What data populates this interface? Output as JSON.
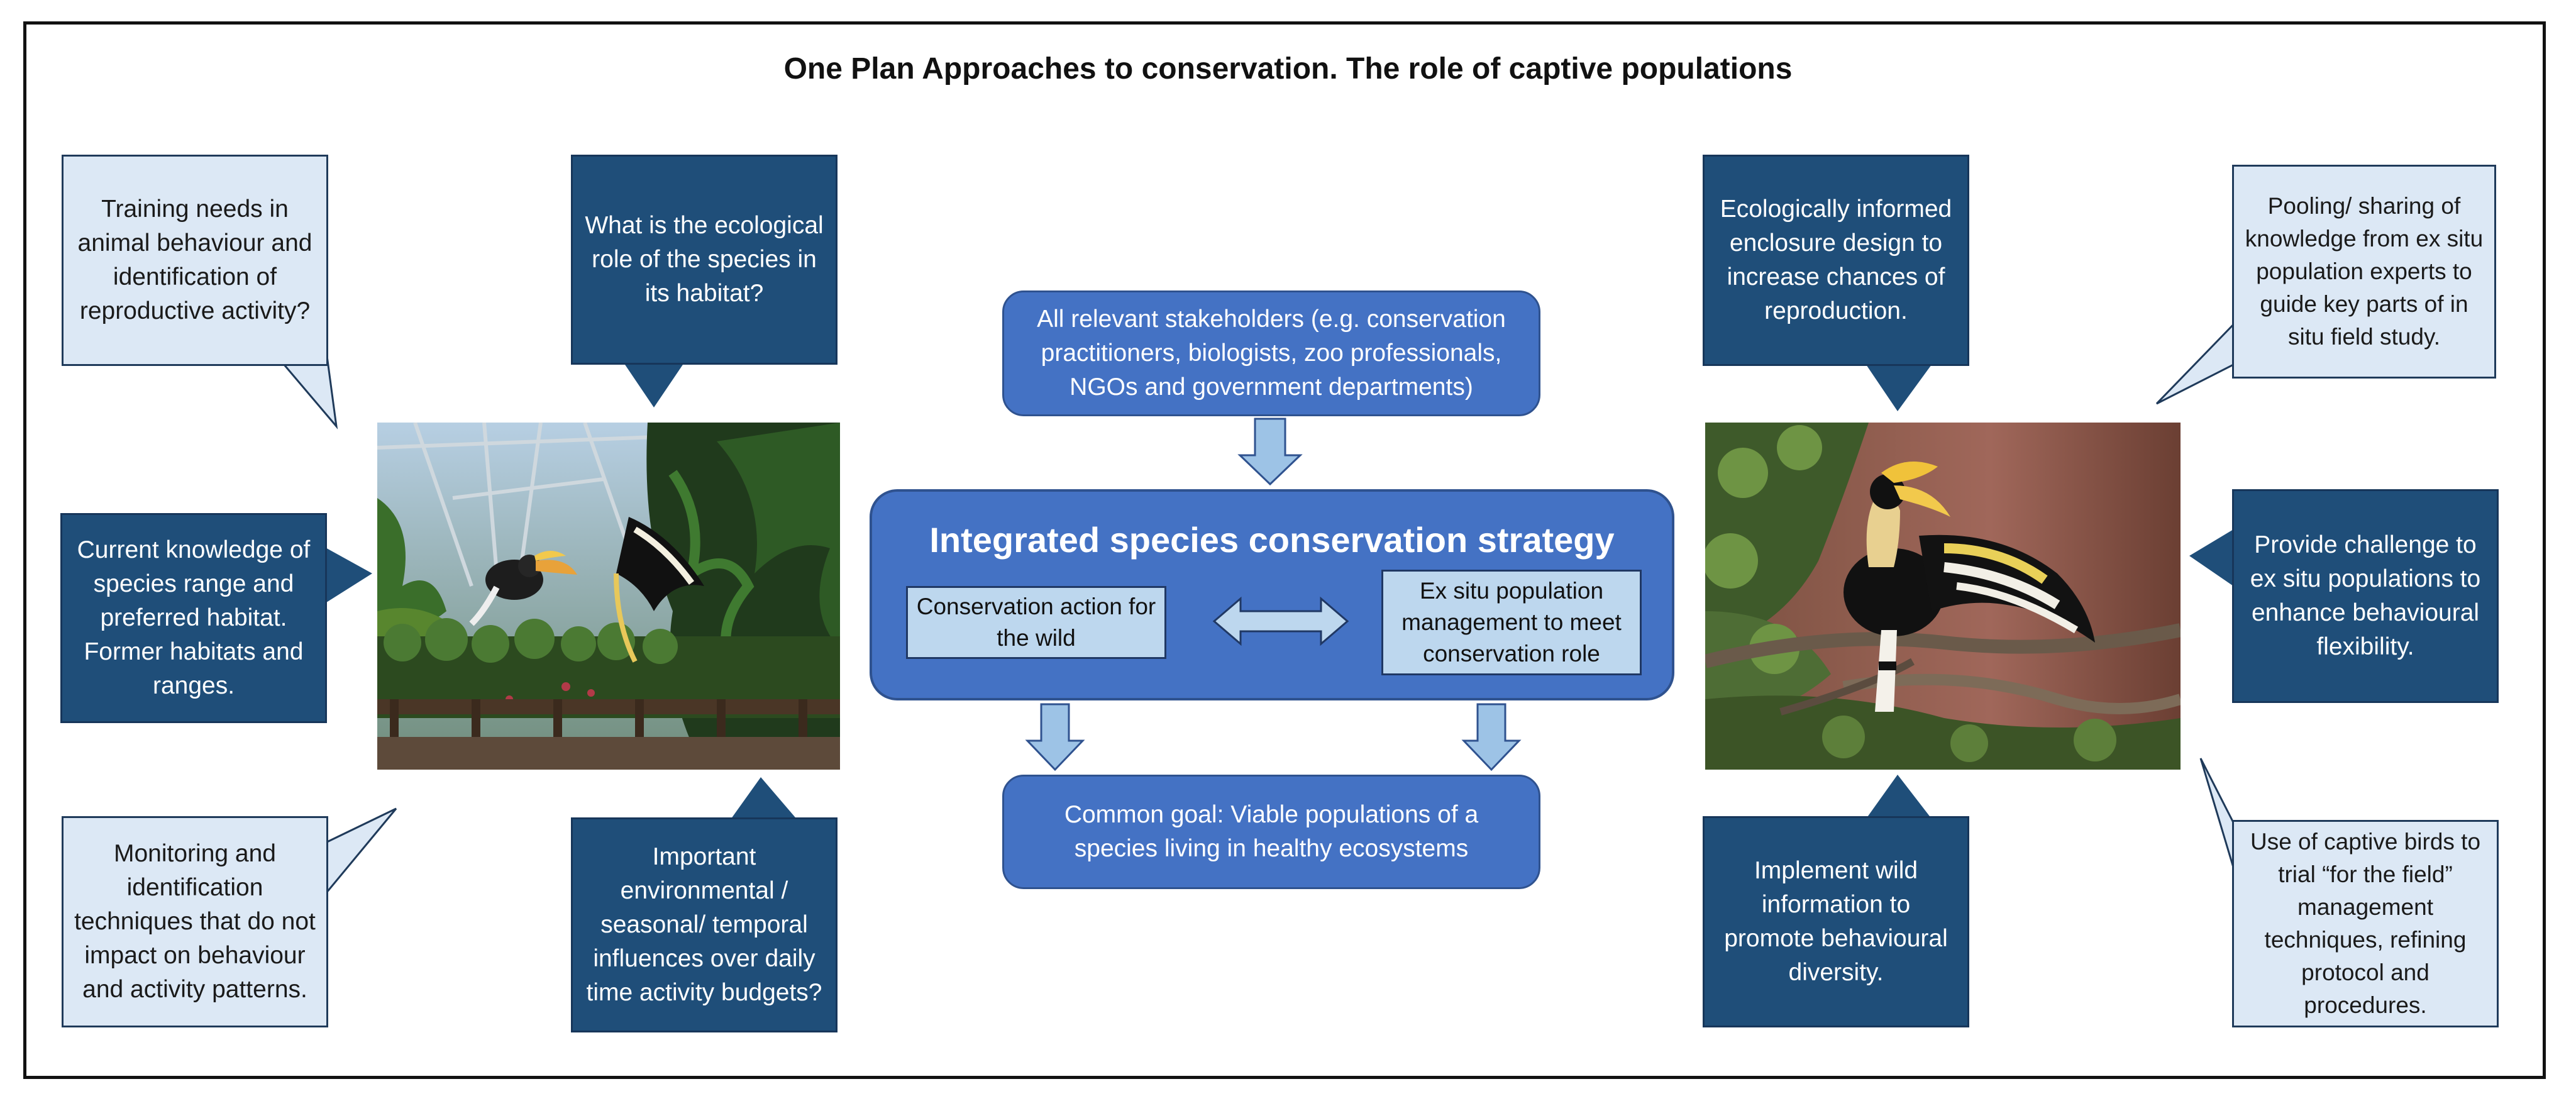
{
  "title": "One Plan Approaches to conservation. The role of captive populations",
  "callouts": {
    "training_needs": "Training needs in animal behaviour and identification of reproductive activity?",
    "ecological_role": "What is the ecological role of the species in its habitat?",
    "current_knowledge": "Current knowledge of species range and preferred habitat. Former habitats and ranges.",
    "monitoring": "Monitoring and identification techniques that do not impact on behaviour and activity patterns.",
    "environmental_influences": "Important environmental / seasonal/ temporal influences over daily time activity budgets?",
    "enclosure_design": "Ecologically informed enclosure design to increase chances of reproduction.",
    "pooling_knowledge": "Pooling/ sharing of knowledge from ex situ population experts to guide key parts of in situ field study.",
    "provide_challenge": "Provide challenge to ex situ populations to enhance behavioural flexibility.",
    "implement_wild_info": "Implement wild information to promote behavioural diversity.",
    "captive_birds_trial": "Use of captive birds to trial “for the field” management techniques, refining protocol and procedures."
  },
  "center": {
    "stakeholders": "All relevant stakeholders (e.g. conservation practitioners, biologists, zoo professionals, NGOs and government departments)",
    "strategy_title": "Integrated species conservation strategy",
    "wild_action": "Conservation action for the wild",
    "ex_situ_management": "Ex situ population management to meet conservation role",
    "common_goal": "Common goal: Viable populations of a species living in healthy ecosystems"
  },
  "colors": {
    "light_callout": "#dce8f5",
    "dark_callout": "#1f4e79",
    "center_blue": "#4472c4",
    "inner_box": "#bdd7ee",
    "arrow_fill": "#9dc3e6"
  },
  "icons": [
    "hornbill-photo-greenhouse",
    "hornbill-photo-branch",
    "down-arrow",
    "double-arrow"
  ]
}
